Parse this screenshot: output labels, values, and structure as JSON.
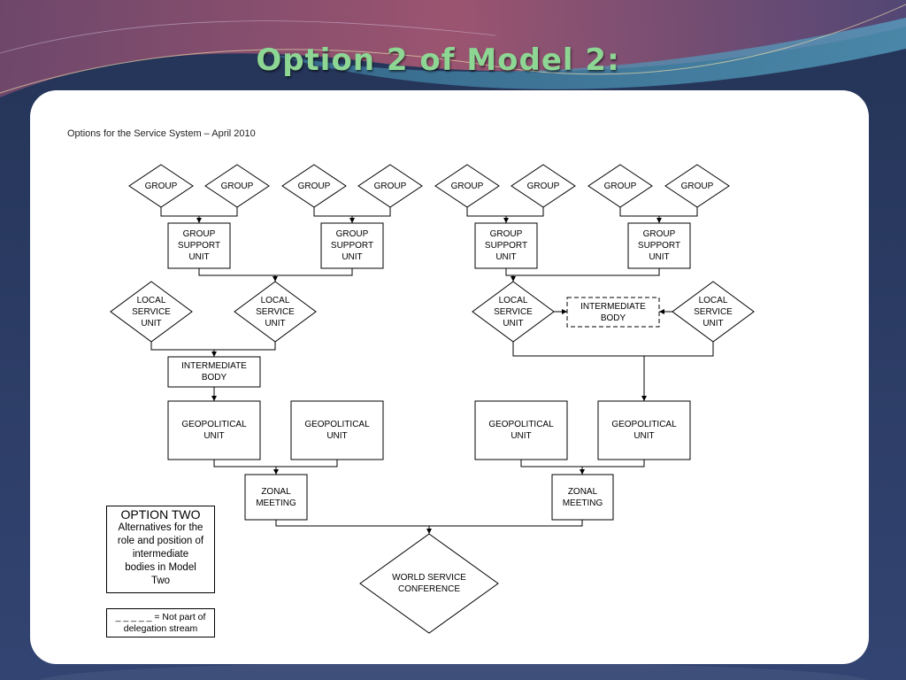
{
  "slide": {
    "title": "Option 2 of Model 2:",
    "colors": {
      "background": "#2c3a5e",
      "title": "#8ed694",
      "card": "#ffffff"
    }
  },
  "document": {
    "heading": "Options for the Service System – April 2010"
  },
  "labels": {
    "group": "GROUP",
    "group_support_unit": "GROUP\nSUPPORT\nUNIT",
    "local_service_unit": "LOCAL\nSERVICE\nUNIT",
    "intermediate_body": "INTERMEDIATE\nBODY",
    "geopolitical_unit": "GEOPOLITICAL\nUNIT",
    "zonal_meeting": "ZONAL\nMEETING",
    "world_service_conference": "WORLD SERVICE\nCONFERENCE"
  },
  "legend": {
    "option_title": "OPTION TWO",
    "option_text": "Alternatives for the\nrole and position of\nintermediate\nbodies  in Model\nTwo",
    "key_text": "_ _ _ _ _ = Not part of\ndelegation stream"
  }
}
